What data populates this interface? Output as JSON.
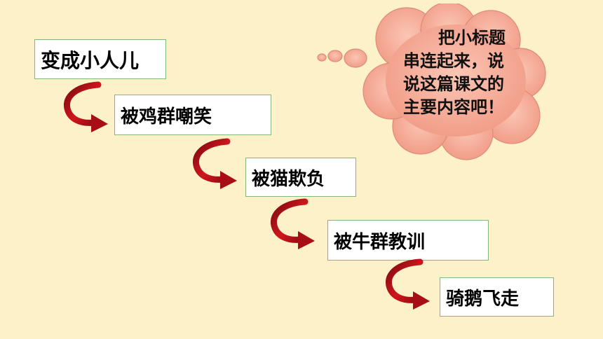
{
  "steps": [
    {
      "label": "变成小人儿"
    },
    {
      "label": "被鸡群嘲笑"
    },
    {
      "label": "被猫欺负"
    },
    {
      "label": "被牛群教训"
    },
    {
      "label": "骑鹅飞走"
    }
  ],
  "prompt": {
    "lines": [
      "把小标题",
      "串连起来，说",
      "说这篇课文的",
      "主要内容吧！"
    ]
  },
  "colors": {
    "background": "#fdf1c9",
    "box_border": "#86b77a",
    "arrow": "#c4161c",
    "cloud_fill": "#f4a08c"
  }
}
